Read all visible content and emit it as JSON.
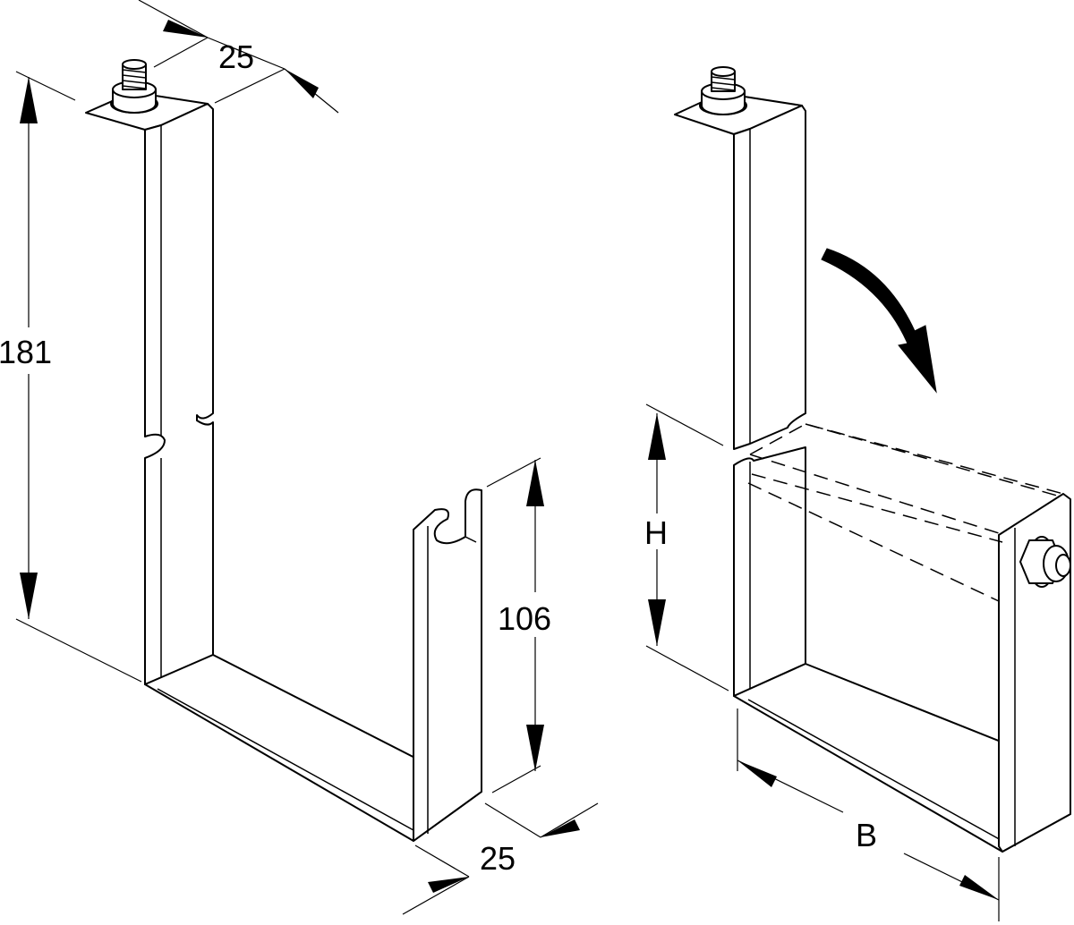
{
  "left_view": {
    "dim_top_width": "25",
    "dim_total_height": "181",
    "dim_short_height": "106",
    "dim_bottom_width": "25"
  },
  "right_view": {
    "dim_height": "H",
    "dim_width": "B"
  },
  "colors": {
    "line": "#000000",
    "background": "#ffffff"
  }
}
